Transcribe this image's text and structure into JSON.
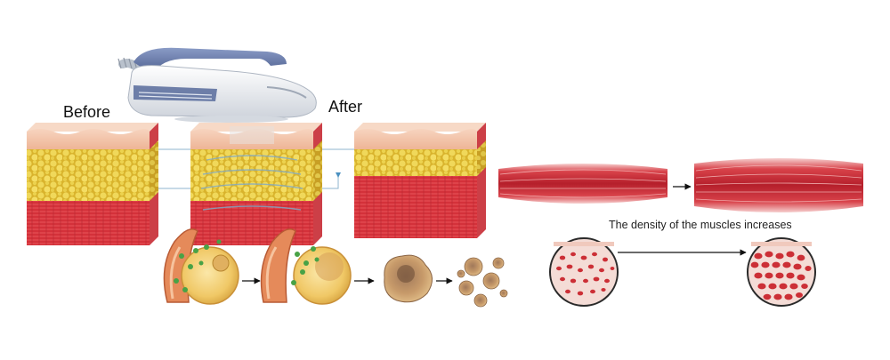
{
  "labels": {
    "before": "Before",
    "after": "After",
    "muscle_caption": "The density of the muscles increases"
  },
  "colors": {
    "skin": "#f3c3a6",
    "fat": "#e8cd45",
    "muscle": "#d8343a",
    "device_body": "#e6e9ee",
    "device_handle": "#5d6f9f"
  },
  "icons": [
    "device-icon",
    "arrow-icon"
  ]
}
